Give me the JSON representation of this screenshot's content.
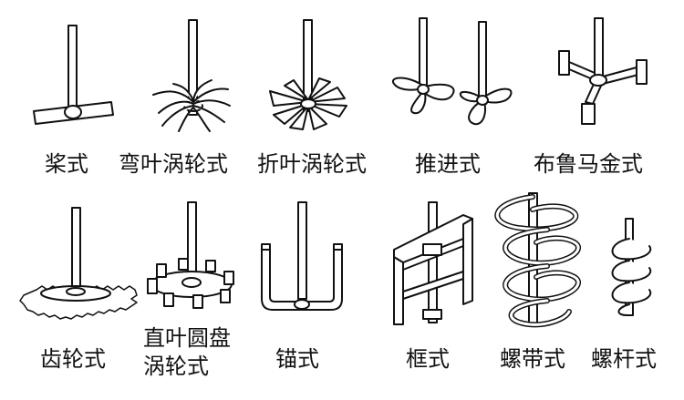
{
  "colors": {
    "ink": "#111111",
    "background": "#ffffff",
    "fill": "#ffffff"
  },
  "labels": {
    "paddle": "桨式",
    "curved_turbine": "弯叶涡轮式",
    "pitched_turbine": "折叶涡轮式",
    "propeller": "推进式",
    "brumagin": "布鲁马金式",
    "toothed_disc": "齿轮式",
    "disc_turbine_line1": "直叶圆盘",
    "disc_turbine_line2": "涡轮式",
    "anchor": "锚式",
    "frame": "框式",
    "helical_ribbon": "螺带式",
    "helical_screw": "螺杆式"
  }
}
